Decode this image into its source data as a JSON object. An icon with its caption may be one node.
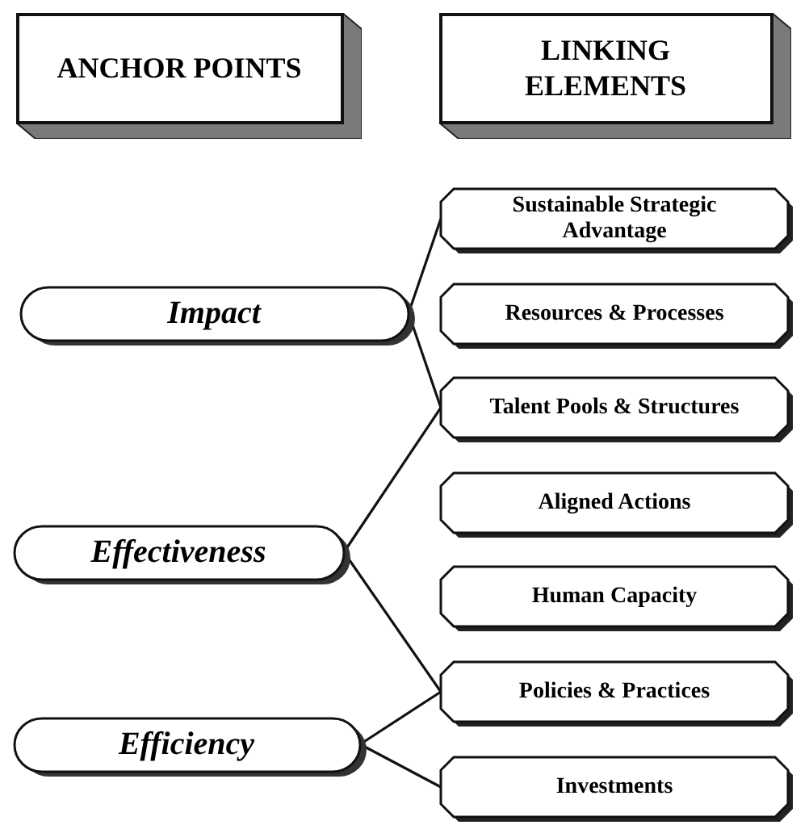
{
  "diagram": {
    "nodes": [
      {
        "text": [
          "ANCHOR POINTS"
        ]
      },
      {
        "text": [
          "LINKING ELEMENTS"
        ]
      },
      {
        "text": [
          "Impact"
        ]
      },
      {
        "text": [
          "Effectiveness"
        ]
      },
      {
        "text": [
          "Efficiency"
        ]
      },
      {
        "text": [
          "Sustainable Strategic Advantage"
        ]
      },
      {
        "text": [
          "Resources & Processes"
        ]
      },
      {
        "text": [
          "Talent Pools & Structures"
        ]
      },
      {
        "text": [
          "Aligned Actions"
        ]
      },
      {
        "text": [
          "Human Capacity"
        ]
      },
      {
        "text": [
          "Policies & Practices"
        ]
      },
      {
        "text": [
          "Investments"
        ]
      }
    ],
    "edges": [
      {
        "from": 2,
        "to": 5,
        "arrow": "none"
      },
      {
        "from": 2,
        "to": 7,
        "arrow": "none"
      },
      {
        "from": 3,
        "to": 7,
        "arrow": "none"
      },
      {
        "from": 3,
        "to": 10,
        "arrow": "none"
      },
      {
        "from": 4,
        "to": 10,
        "arrow": "none"
      },
      {
        "from": 4,
        "to": 11,
        "arrow": "none"
      }
    ]
  }
}
